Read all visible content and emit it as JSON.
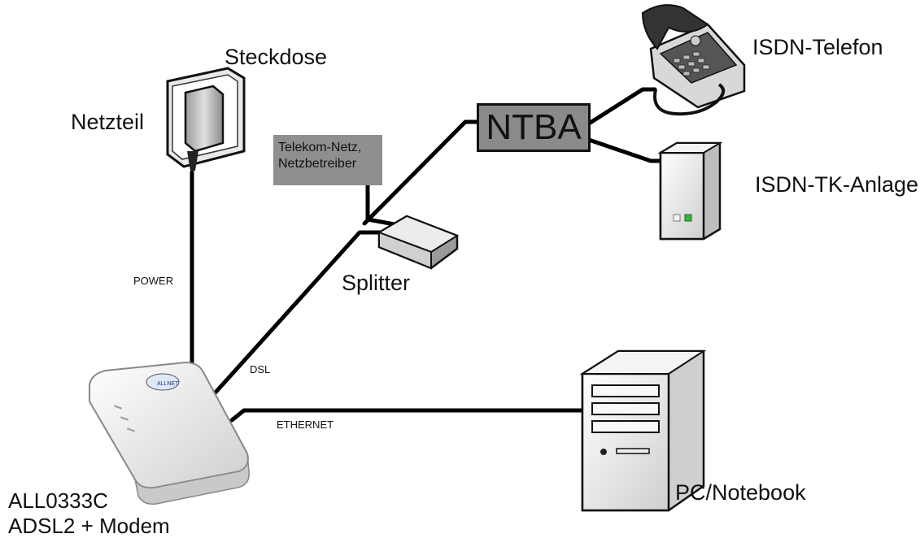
{
  "labels": {
    "steckdose": "Steckdose",
    "netzteil": "Netzteil",
    "isdn_telefon": "ISDN-Telefon",
    "isdn_tk_anlage": "ISDN-TK-Anlage",
    "ntba": "NTBA",
    "telekom_line1": "Telekom-Netz,",
    "telekom_line2": "Netzbetreiber",
    "splitter": "Splitter",
    "power": "POWER",
    "dsl": "DSL",
    "ethernet": "ETHERNET",
    "pc_notebook": "PC/Notebook",
    "model_line1": "ALL0333C",
    "model_line2": "ADSL2 + Modem",
    "modem_logo": "ALLNET"
  },
  "colors": {
    "cable": "#000000",
    "box_gray": "#8a8a8a",
    "device_white": "#f2f2f2",
    "led_green": "#3cb043"
  }
}
